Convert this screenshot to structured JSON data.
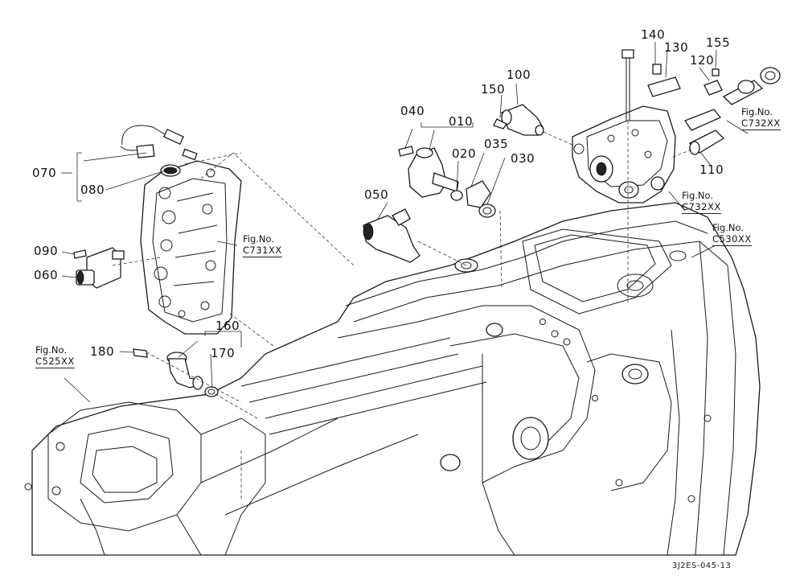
{
  "parts": {
    "p010": "010",
    "p020": "020",
    "p030": "030",
    "p035": "035",
    "p040": "040",
    "p050": "050",
    "p060": "060",
    "p070": "070",
    "p080": "080",
    "p090": "090",
    "p100": "100",
    "p110": "110",
    "p120": "120",
    "p130": "130",
    "p140": "140",
    "p150": "150",
    "p155": "155",
    "p160": "160",
    "p170": "170",
    "p180": "180"
  },
  "figrefs": {
    "fig_label": "Fig.No.",
    "c731": "C731XX",
    "c732_top": "C732XX",
    "c732_mid": "C732XX",
    "c530": "C530XX",
    "c525": "C525XX"
  },
  "doc_id": "3J2ES-045-13"
}
